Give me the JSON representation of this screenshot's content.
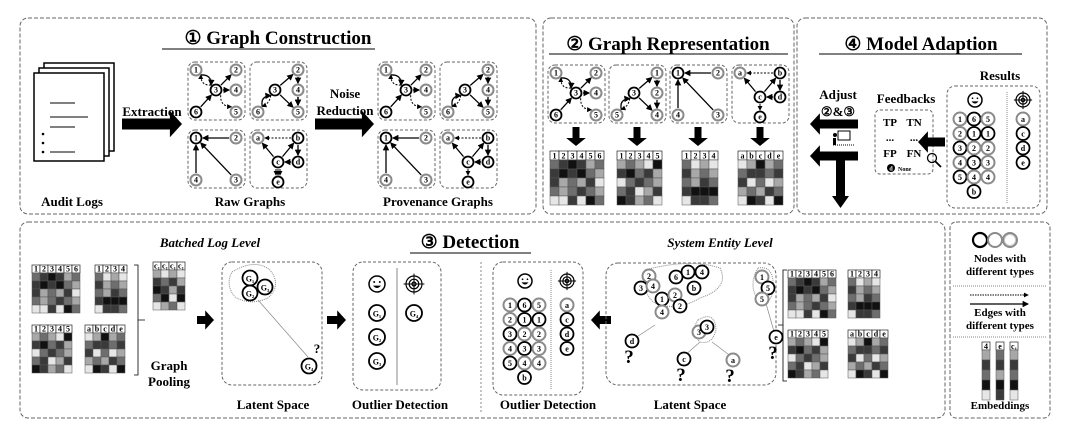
{
  "colors": {
    "ink": "#000000",
    "gray_node": "#8a8a8a",
    "panel_border": "#666666"
  },
  "panel1": {
    "title": "① Graph Construction",
    "audit_logs": "Audit Logs",
    "extraction": "Extraction",
    "noise_1": "Noise",
    "noise_2": "Reduction",
    "raw_graphs": "Raw Graphs",
    "provenance_graphs": "Provenance Graphs",
    "graph_labels": {
      "star": [
        "1",
        "2",
        "3",
        "4",
        "5",
        "6"
      ],
      "tri": [
        "2",
        "3",
        "4",
        "5",
        "6"
      ],
      "ell": [
        "1",
        "2",
        "4",
        "3"
      ],
      "abc": [
        "a",
        "b",
        "c",
        "d",
        "e"
      ]
    }
  },
  "panel2": {
    "title": "② Graph Representation",
    "graph_labels": [
      [
        "1",
        "2",
        "3",
        "4",
        "5",
        "6"
      ],
      [
        "1",
        "3",
        "2",
        "4",
        "5"
      ],
      [
        "1",
        "2",
        "4",
        "3"
      ],
      [
        "a",
        "b",
        "c",
        "d",
        "e"
      ]
    ]
  },
  "matrices": {
    "m6": {
      "headers": [
        "1",
        "2",
        "3",
        "4",
        "5",
        "6"
      ],
      "rows": [
        "210132",
        "101023",
        "132314",
        "232123",
        "441402"
      ]
    },
    "m5": {
      "headers": [
        "1",
        "2",
        "3",
        "4",
        "5"
      ],
      "rows": [
        "32340",
        "10213",
        "42123",
        "21431",
        "01324"
      ]
    },
    "m4": {
      "headers": [
        "1",
        "2",
        "3",
        "4"
      ],
      "rows": [
        "2434",
        "1323",
        "2312",
        "1000",
        "4112"
      ]
    },
    "mabc": {
      "headers": [
        "a",
        "b",
        "c",
        "d",
        "e"
      ],
      "rows": [
        "43032",
        "21121",
        "14243",
        "32312",
        "40140"
      ]
    },
    "pooled": {
      "headers": [
        "c₁",
        "c₁",
        "c₁",
        "c₁"
      ],
      "rows": [
        "3434",
        "1213",
        "0131",
        "2040",
        "4324"
      ]
    }
  },
  "panel4": {
    "title": "④ Model Adaption",
    "adjust": "Adjust",
    "adjust_targets": "②&③",
    "feedbacks": "Feedbacks",
    "fb_tp": "TP",
    "fb_tn": "TN",
    "fb_dots": "...",
    "fb_fp": "FP",
    "fb_fn": "FN",
    "fb_node": "d",
    "fb_none": "None",
    "results": "Results",
    "benign_columns": [
      [
        "1*",
        "2*",
        "3",
        "4*",
        "5"
      ],
      [
        "6",
        "1",
        "2*",
        "3",
        "4*",
        "b"
      ],
      [
        "5*",
        "1",
        "2*",
        "3*",
        "4*"
      ]
    ],
    "outliers": [
      "a*",
      "c",
      "d",
      "e"
    ]
  },
  "panel3": {
    "title": "③ Detection",
    "batched_level": "Batched Log Level",
    "entity_level": "System Entity Level",
    "graph_pooling_1": "Graph",
    "graph_pooling_2": "Pooling",
    "latent_space": "Latent Space",
    "outlier_detection": "Outlier Detection",
    "graph_cluster": [
      "G₁",
      "G₂",
      "G₃"
    ],
    "graph_outlier": "G₄",
    "question": "?",
    "entity_cluster_main": [
      "2*",
      "6",
      "1",
      "4",
      "3",
      "4*",
      "b",
      "1",
      "2*",
      "2",
      "4*"
    ],
    "entity_cluster_small": [
      "1*",
      "5",
      "5*"
    ],
    "entity_cluster_mid": [
      "3*",
      "3"
    ],
    "entity_outliers": [
      "d",
      "c",
      "a*",
      "e"
    ]
  },
  "legend": {
    "nodes": "Nodes with",
    "nodes_2": "different types",
    "edges": "Edges with",
    "edges_2": "different types",
    "embeddings": "Embeddings",
    "embedding_headers": [
      "4",
      "e",
      "c₁"
    ],
    "embedding_cells": [
      "31204",
      "21301",
      "31204"
    ]
  }
}
